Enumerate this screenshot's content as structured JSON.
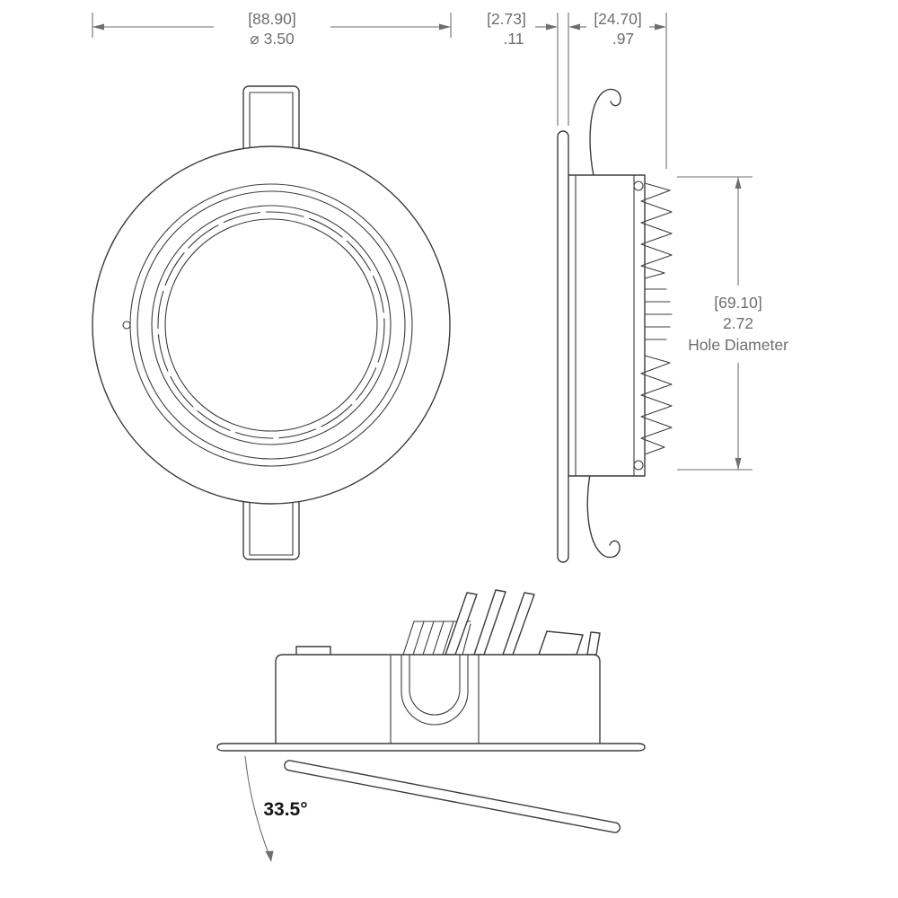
{
  "drawing": {
    "type": "recessed-downlight-dimension-drawing",
    "background": "#ffffff",
    "line_color": "#3c3c3c",
    "dim_color": "#6e6e6e"
  },
  "ann": {
    "overall": {
      "metric": "[88.90]",
      "inch": "⌀ 3.50"
    },
    "flange": {
      "metric": "[2.73]",
      "inch": ".11"
    },
    "depth": {
      "metric": "[24.70]",
      "inch": ".97"
    },
    "hole": {
      "metric": "[69.10]",
      "inch": "2.72",
      "caption": "Hole Diameter"
    },
    "angle": {
      "value": "33.5°"
    }
  }
}
